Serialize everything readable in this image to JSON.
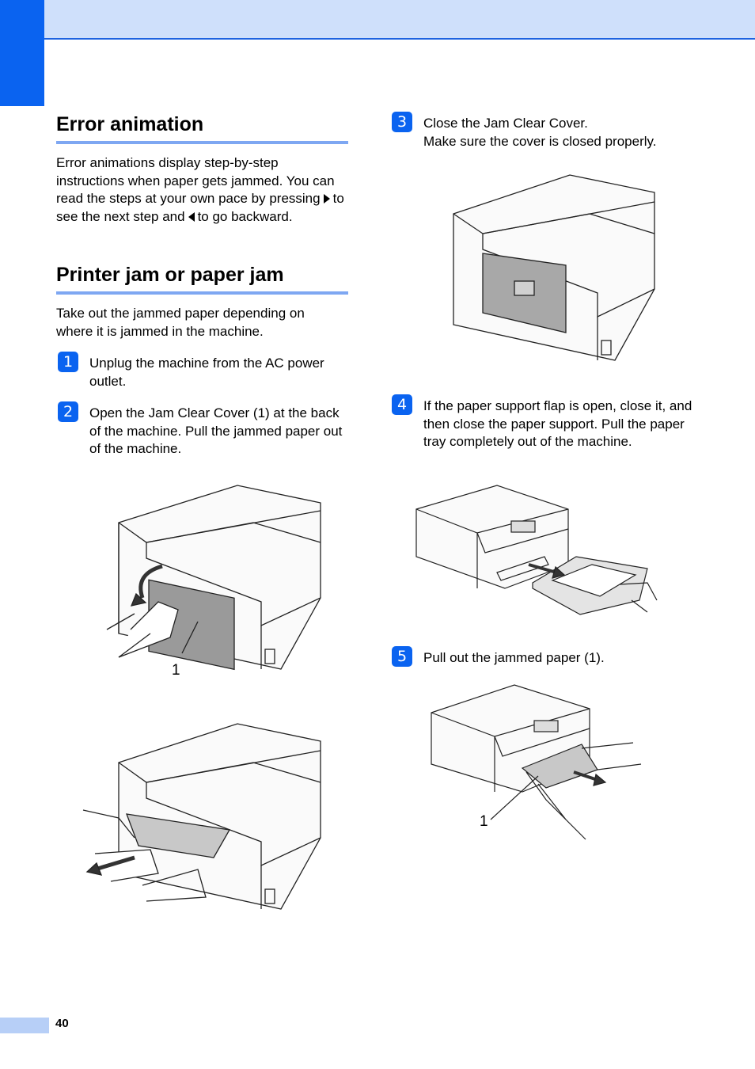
{
  "page_number": "40",
  "sections": {
    "error_animation": {
      "title": "Error animation",
      "body_1": "Error animations display step-by-step instructions when paper gets jammed. You can read the steps at your own pace by pressing",
      "body_2": "to see the next step and",
      "body_3": "to go backward."
    },
    "printer_jam": {
      "title": "Printer jam or paper jam",
      "intro": "Take out the jammed paper depending on where it is jammed in the machine."
    }
  },
  "steps": [
    {
      "number": "1",
      "text": "Unplug the machine from the AC power outlet."
    },
    {
      "number": "2",
      "text": "Open the Jam Clear Cover (1) at the back of the machine. Pull the jammed paper out of the machine."
    },
    {
      "number": "3",
      "text": "Close the Jam Clear Cover.",
      "text_2": "Make sure the cover is closed properly."
    },
    {
      "number": "4",
      "text": "If the paper support flap is open, close it, and then close the paper support. Pull the paper tray completely out of the machine."
    },
    {
      "number": "5",
      "text": "Pull out the jammed paper (1)."
    }
  ],
  "callouts": {
    "fig_open_cover": "1",
    "fig_pull_front": "1"
  },
  "colors": {
    "accent": "#0a63f0",
    "band": "#cfe0fb",
    "rule": "#7ea7f2"
  }
}
